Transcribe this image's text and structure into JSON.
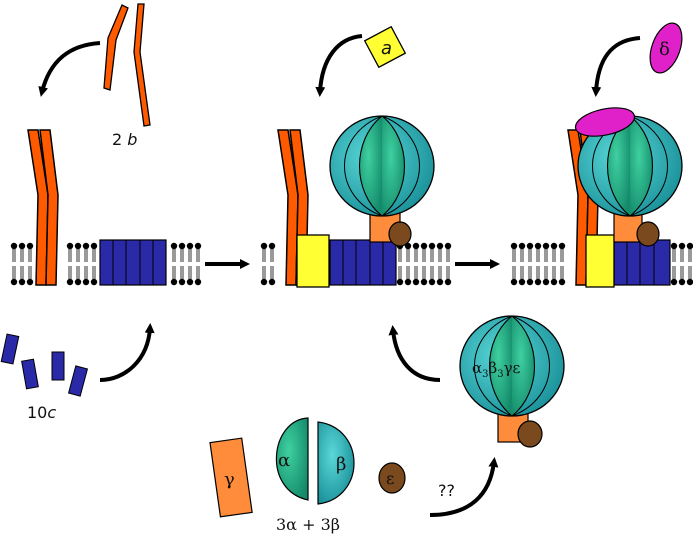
{
  "labels": {
    "b_count": "2",
    "b_letter": "b",
    "c_count": "10",
    "c_letter": "c",
    "a_letter": "a",
    "delta": "δ",
    "gamma": "γ",
    "alpha": "α",
    "beta": "β",
    "epsilon": "ε",
    "subunit_count": "3α + 3β",
    "unknown_step": "??",
    "complex_a": "α",
    "complex_sub3a": "3",
    "complex_b": "β",
    "complex_sub3b": "3",
    "complex_ge": "γε"
  },
  "colors": {
    "subunit_b": "#ff5a00",
    "subunit_c": "#2a2aa8",
    "subunit_a": "#ffff33",
    "subunit_delta": "#e020c8",
    "subunit_gamma": "#ff8c3a",
    "subunit_alpha": "#1fa88a",
    "subunit_beta": "#2ab5b5",
    "subunit_epsilon": "#7a4a1e",
    "arrows": "#000000"
  }
}
